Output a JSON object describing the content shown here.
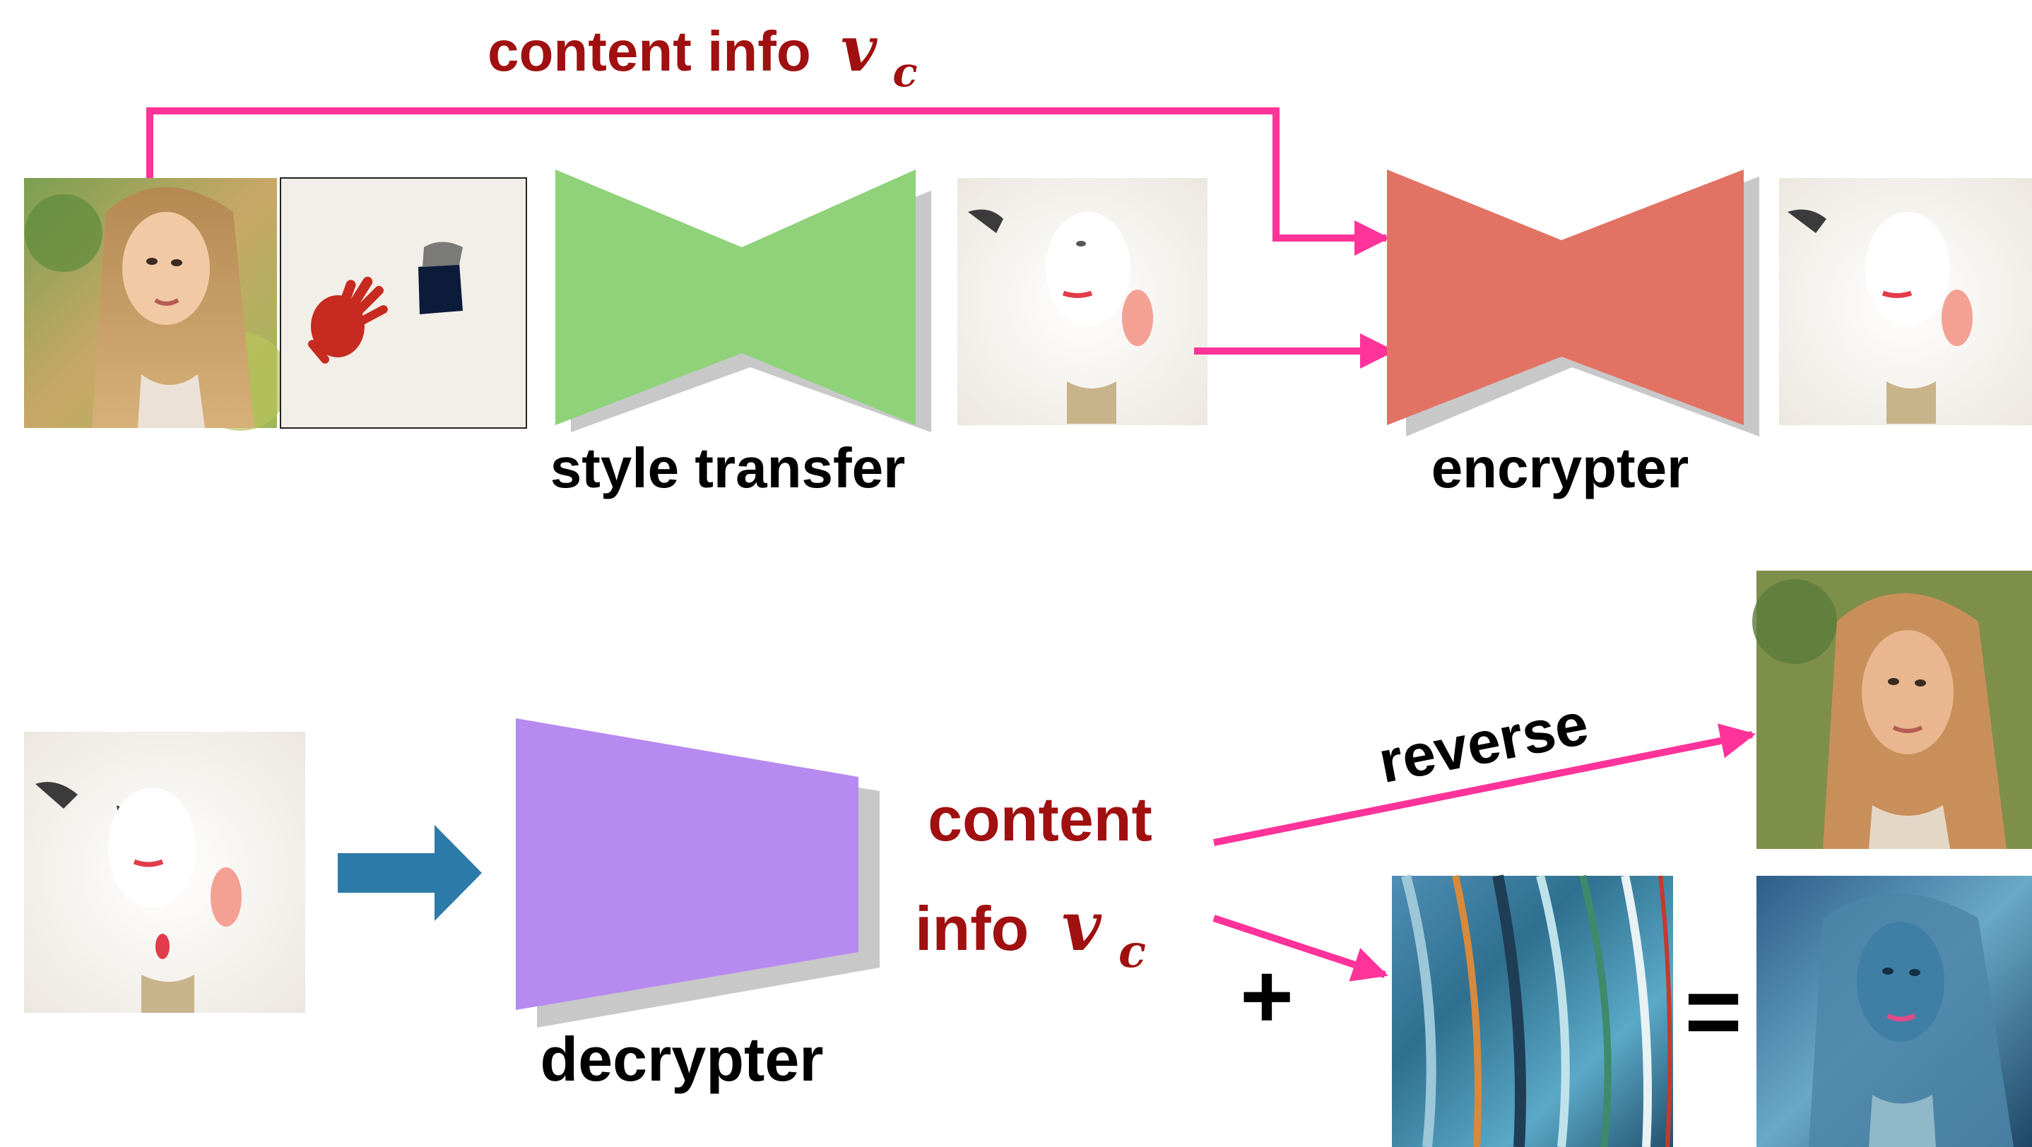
{
  "colors": {
    "arrow": "#ff3399",
    "label_dark_red": "#a01010",
    "label_black": "#000000",
    "style_transfer_block": "#8fd27a",
    "encrypter_block": "#e27264",
    "decrypter_block": "#b68af0",
    "input_arrow": "#2c7aa8",
    "shadow": "#c8c8c8"
  },
  "top_row": {
    "content_info_label": "content info",
    "content_info_var": "v",
    "content_info_sub": "c",
    "style_transfer_label": "style transfer",
    "encrypter_label": "encrypter",
    "images": {
      "content_photo": "portrait-photo",
      "style_image": "handprint-style-image",
      "stylized_output": "stylized-portrait",
      "encrypted_output": "encrypted-portrait"
    }
  },
  "bottom_row": {
    "decrypter_label": "decrypter",
    "content_label_line1": "content",
    "content_label_line2": "info",
    "content_info_var": "v",
    "content_info_sub": "c",
    "reverse_label": "reverse",
    "plus_sign": "+",
    "equals_sign": "=",
    "images": {
      "encrypted_input": "encrypted-portrait",
      "reversed_output": "reconstructed-portrait",
      "new_style": "blue-brushstroke-style",
      "restyled_output": "restyled-portrait"
    }
  }
}
